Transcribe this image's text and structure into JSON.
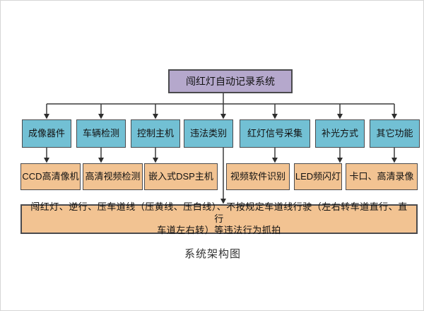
{
  "diagram": {
    "root": {
      "label": "闯红灯自动记录系统"
    },
    "level2": [
      {
        "label": "成像器件"
      },
      {
        "label": "车辆检测"
      },
      {
        "label": "控制主机"
      },
      {
        "label": "违法类别"
      },
      {
        "label": "红灯信号采集"
      },
      {
        "label": "补光方式"
      },
      {
        "label": "其它功能"
      }
    ],
    "level3": [
      {
        "label": "CCD高清像机"
      },
      {
        "label": "高清视频检测"
      },
      {
        "label": "嵌入式DSP主机"
      },
      {
        "label": "视频软件识别"
      },
      {
        "label": "LED频闪灯"
      },
      {
        "label": "卡口、高清录像"
      }
    ],
    "summary": {
      "label": "闯红灯、逆行、压车道线（压黄线、压白线）、不按规定车道线行驶（左右转车道直行、直行\n车道左右转）等违法行为抓拍"
    },
    "caption": "系统架构图",
    "colors": {
      "root_fill": "#b5a8cc",
      "level2_fill": "#72c0d4",
      "level3_fill": "#f2c392",
      "summary_fill": "#f2c392",
      "box_border": "#4a4a4d",
      "connector": "#3c3c3c"
    }
  }
}
